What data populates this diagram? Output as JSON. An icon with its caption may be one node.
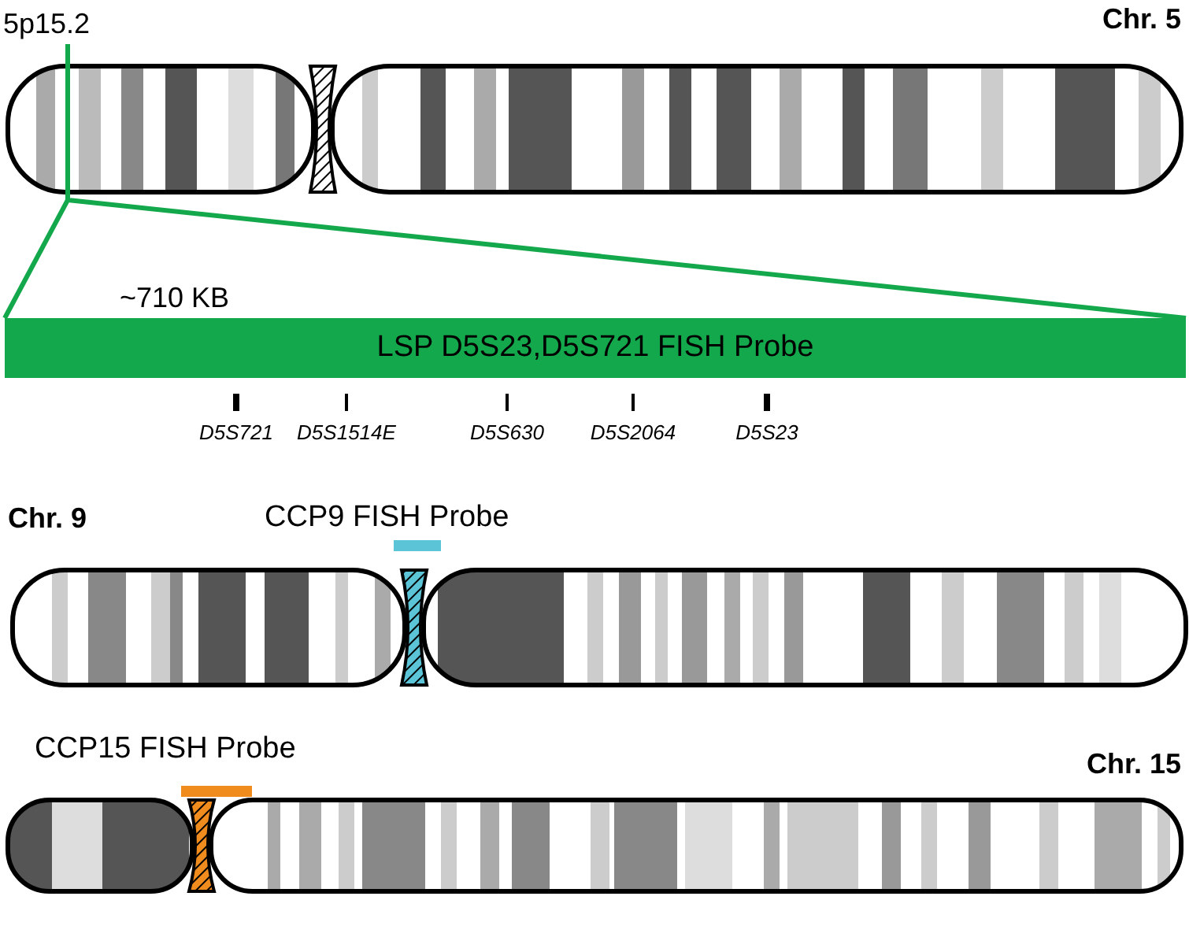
{
  "diagram": {
    "nodes": [
      {
        "text": [
          "5p15.2"
        ]
      },
      {
        "text": [
          "Chr. 5"
        ]
      },
      {
        "text": [
          "LSP D5S23,D5S721 FISH Probe"
        ],
        "beside": [
          "~710 KB"
        ]
      },
      {
        "text": [
          "Chr. 9"
        ]
      },
      {
        "text": [
          "CCP9 FISH Probe"
        ]
      },
      {
        "text": [
          "Chr. 15"
        ]
      },
      {
        "text": [
          "CCP15 FISH Probe"
        ]
      }
    ],
    "edges": [
      {
        "from": 0,
        "to": 1,
        "arrow": "none"
      },
      {
        "from": 1,
        "to": 2,
        "arrow": "none"
      }
    ],
    "labels": [
      "D5S721",
      "D5S1514E",
      "D5S630",
      "D5S2064",
      "D5S23"
    ]
  }
}
